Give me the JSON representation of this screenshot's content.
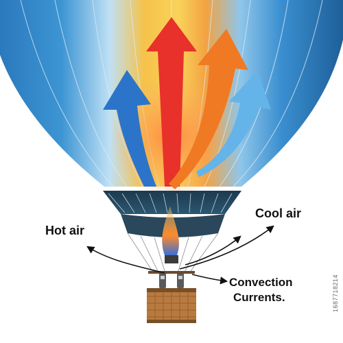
{
  "labels": {
    "hot_air": "Hot air",
    "cool_air": "Cool air",
    "convection_line1": "Convection",
    "convection_line2": "Currents.",
    "stock_id": "1687718214"
  },
  "colors": {
    "balloon_blue": "#2f86c6",
    "balloon_dark_blue": "#14507f",
    "warm_yellow": "#f7c948",
    "arrow_red": "#e8312a",
    "arrow_orange": "#f07a23",
    "arrow_blue": "#2b74c9",
    "arrow_light_blue": "#64b4ea",
    "basket_brown": "#b97a3e",
    "text": "#111111"
  },
  "icons": [
    "hot-air-balloon-icon",
    "burner-flame-icon",
    "wicker-basket-icon",
    "curved-arrow-icon"
  ]
}
